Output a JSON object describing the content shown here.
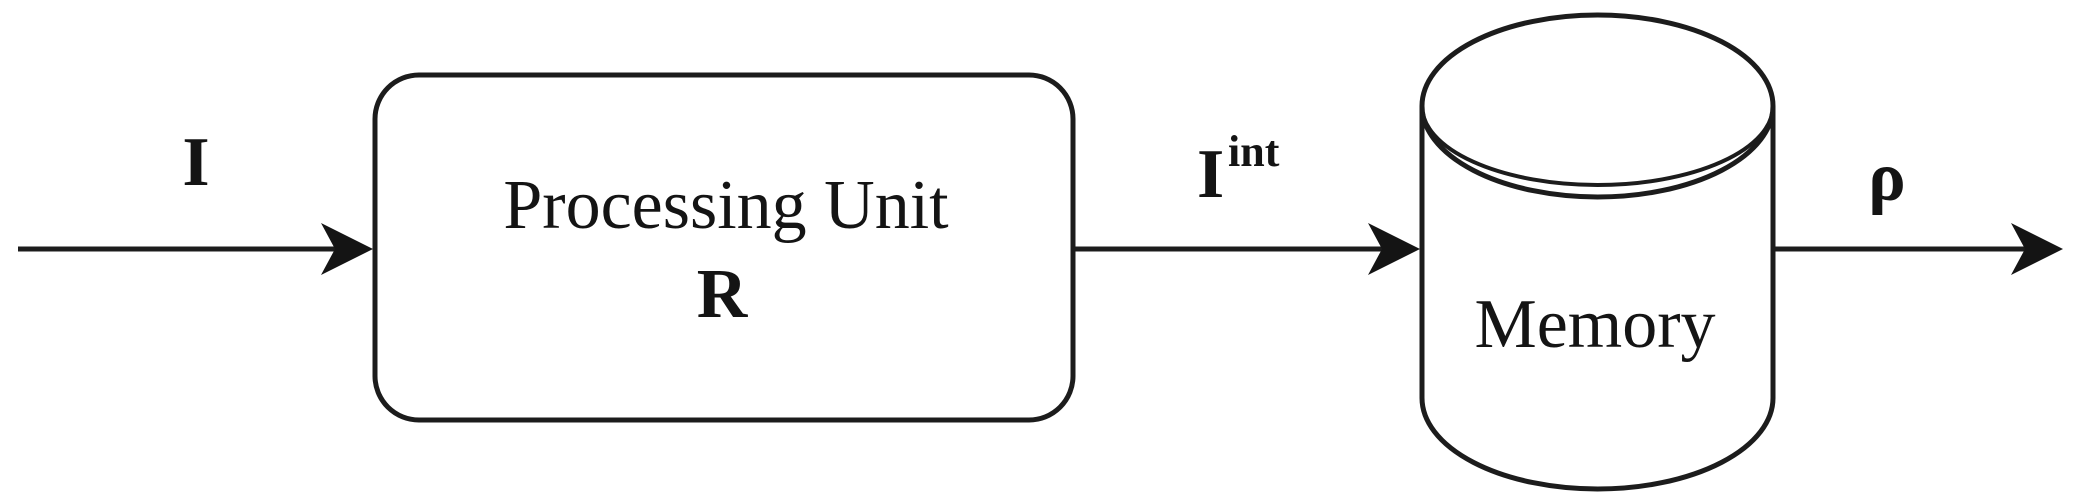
{
  "figure": {
    "type": "block-diagram",
    "background_color": "#ffffff",
    "stroke_color": "#1c1c1c",
    "text_color": "#141414"
  },
  "nodes": {
    "processing_unit": {
      "shape": "rounded-rectangle",
      "label": "Processing Unit",
      "sublabel": "R"
    },
    "memory": {
      "shape": "cylinder",
      "label": "Memory"
    }
  },
  "edges": {
    "input": {
      "label": "I",
      "from": "external-input",
      "to": "processing_unit"
    },
    "intermediate": {
      "label_base": "I",
      "label_superscript": "int",
      "from": "processing_unit",
      "to": "memory"
    },
    "output": {
      "label": "ρ",
      "from": "memory",
      "to": "external-output"
    }
  }
}
